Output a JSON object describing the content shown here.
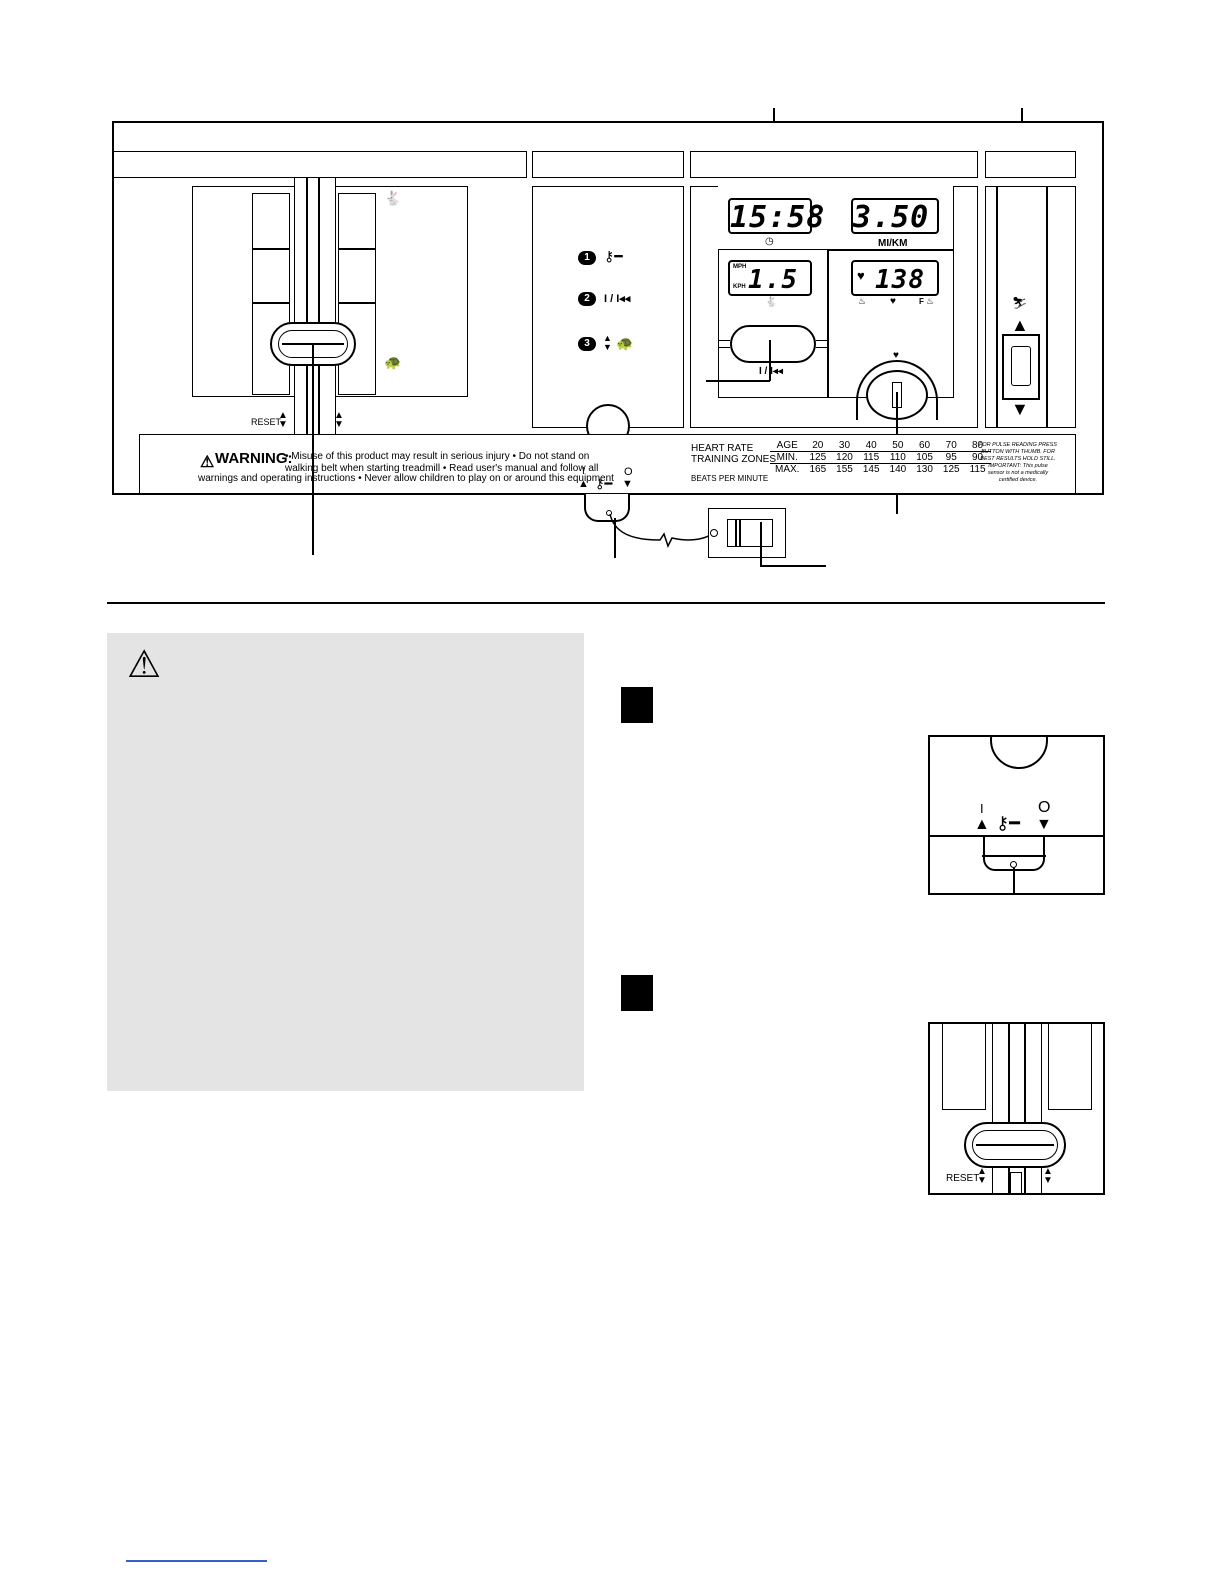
{
  "console": {
    "displays": {
      "time": "15:58",
      "distance": "3.50",
      "distance_unit": "MI/KM",
      "speed": "1.5",
      "speed_unit_top": "MPH",
      "speed_unit_bottom": "KPH",
      "pulse": "138",
      "pulse_indicator_f": "F"
    },
    "speed_controls": {
      "reset_label": "RESET"
    },
    "steps": {
      "step1_num": "1",
      "step2_num": "2",
      "step2_text": "I / I◂◂",
      "step3_num": "3"
    },
    "start_button_label": "I / I◂◂",
    "warning": {
      "title": "WARNING:",
      "line1": "• Misuse of this product may result in serious injury • Do not stand on",
      "line2": "walking belt when starting treadmill • Read user's manual and follow all",
      "line3": "warnings and operating instructions • Never allow children to play on or around this equipment"
    },
    "key_switch": {
      "on_symbol": "I",
      "off_symbol": "O"
    },
    "training_zones": {
      "title_line1": "HEART RATE",
      "title_line2": "TRAINING ZONES",
      "bpm_label": "BEATS PER MINUTE",
      "age_label": "AGE",
      "min_label": "MIN.",
      "max_label": "MAX.",
      "ages": [
        "20",
        "30",
        "40",
        "50",
        "60",
        "70",
        "80"
      ],
      "mins": [
        "125",
        "120",
        "115",
        "110",
        "105",
        "95",
        "90"
      ],
      "maxs": [
        "165",
        "155",
        "145",
        "140",
        "130",
        "125",
        "115"
      ]
    },
    "pulse_note": {
      "line1": "FOR PULSE READING PRESS",
      "line2": "BUTTON WITH THUMB. FOR",
      "line3": "BEST RESULTS HOLD STILL.",
      "line4": "IMPORTANT: This pulse",
      "line5": "sensor is not a medically",
      "line6": "certified device."
    }
  },
  "detail1": {
    "on_symbol": "I",
    "off_symbol": "O"
  },
  "detail2": {
    "reset_label": "RESET"
  }
}
